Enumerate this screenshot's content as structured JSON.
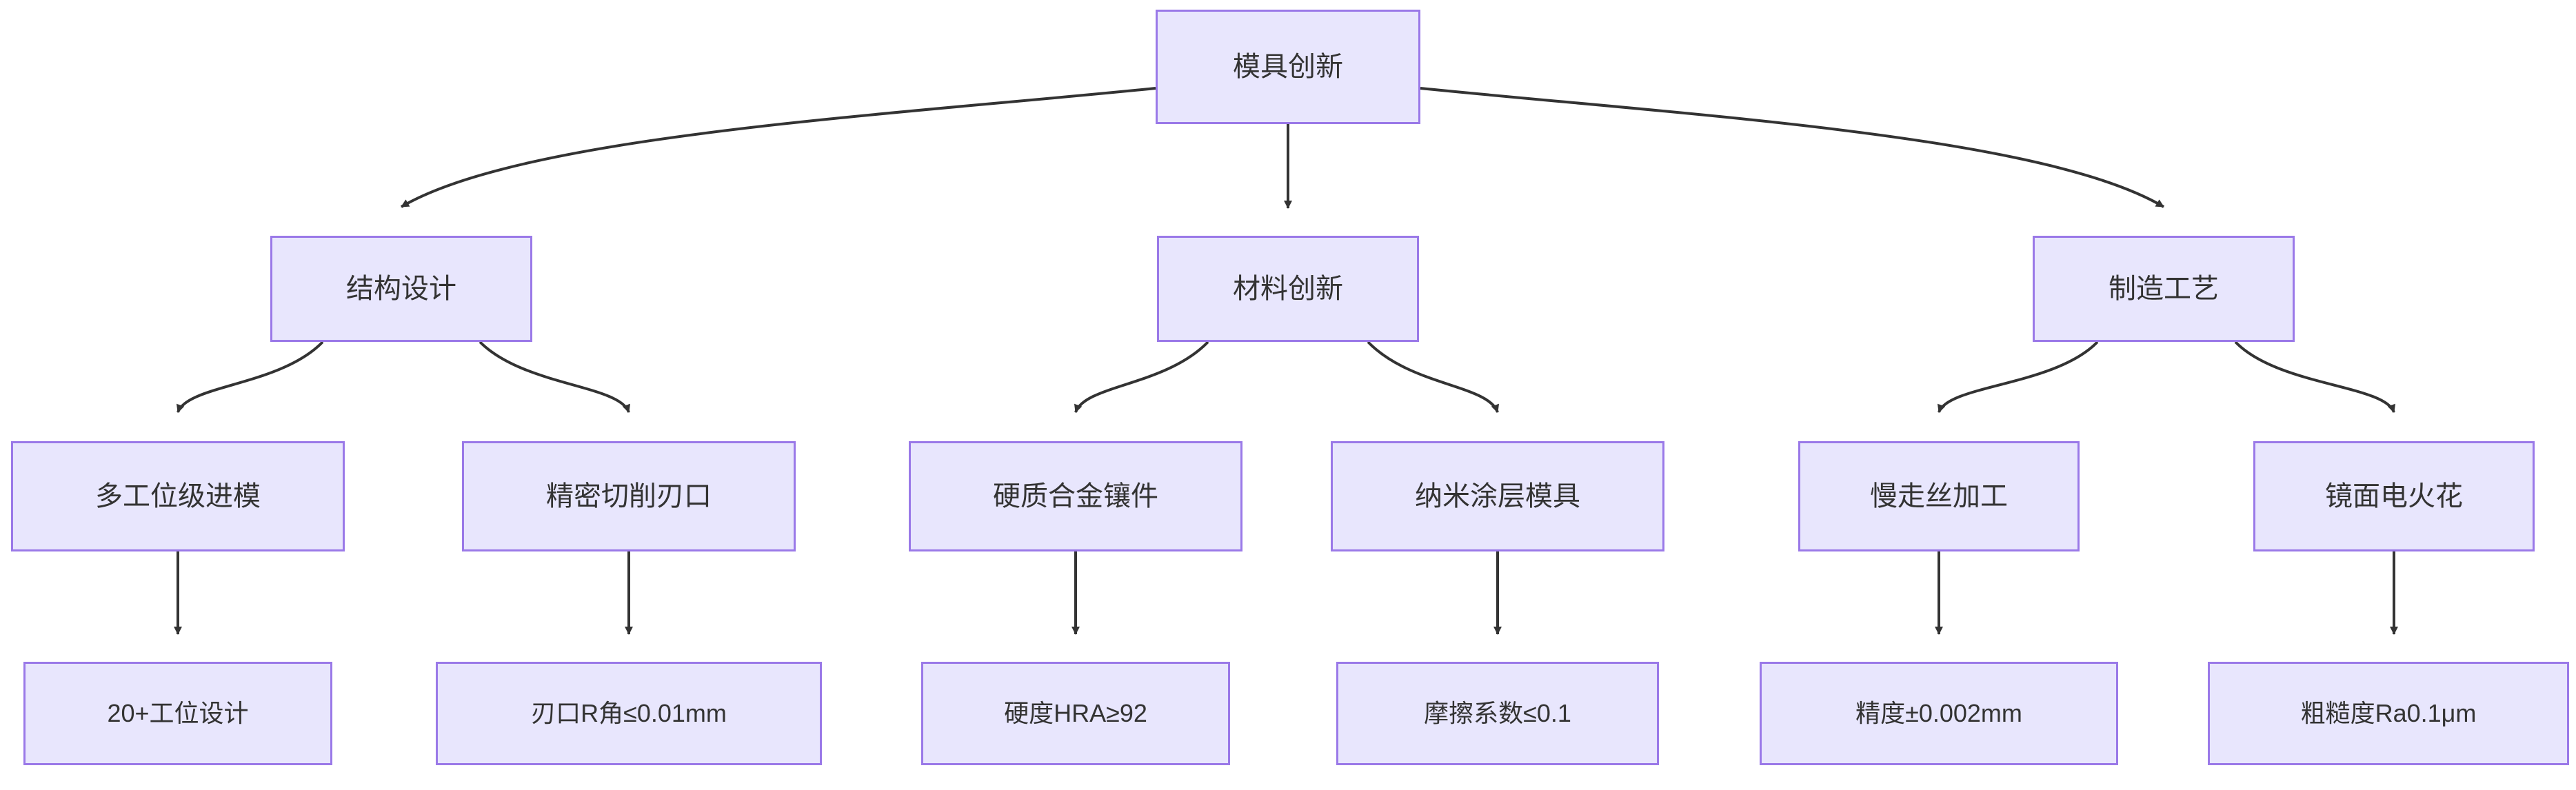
{
  "diagram": {
    "type": "flowchart-tree",
    "direction": "top-down",
    "title_node": "模具创新",
    "style": {
      "node_fill": "#e8e6fd",
      "node_border": "#9a79e8",
      "text_color": "#333333",
      "edge_color": "#333333",
      "background": "#ffffff"
    },
    "nodes": {
      "root": {
        "label": "模具创新",
        "level": 0
      },
      "b1": {
        "label": "结构设计",
        "level": 1
      },
      "b2": {
        "label": "材料创新",
        "level": 1
      },
      "b3": {
        "label": "制造工艺",
        "level": 1
      },
      "c1": {
        "label": "多工位级进模",
        "level": 2
      },
      "c2": {
        "label": "精密切削刃口",
        "level": 2
      },
      "c3": {
        "label": "硬质合金镶件",
        "level": 2
      },
      "c4": {
        "label": "纳米涂层模具",
        "level": 2
      },
      "c5": {
        "label": "慢走丝加工",
        "level": 2
      },
      "c6": {
        "label": "镜面电火花",
        "level": 2
      },
      "d1": {
        "label": "20+工位设计",
        "level": 3
      },
      "d2": {
        "label": "刃口R角≤0.01mm",
        "level": 3
      },
      "d3": {
        "label": "硬度HRA≥92",
        "level": 3
      },
      "d4": {
        "label": "摩擦系数≤0.1",
        "level": 3
      },
      "d5": {
        "label": "精度±0.002mm",
        "level": 3
      },
      "d6": {
        "label": "粗糙度Ra0.1μm",
        "level": 3
      }
    },
    "edges": [
      {
        "from": "root",
        "to": "b1"
      },
      {
        "from": "root",
        "to": "b2"
      },
      {
        "from": "root",
        "to": "b3"
      },
      {
        "from": "b1",
        "to": "c1"
      },
      {
        "from": "b1",
        "to": "c2"
      },
      {
        "from": "b2",
        "to": "c3"
      },
      {
        "from": "b2",
        "to": "c4"
      },
      {
        "from": "b3",
        "to": "c5"
      },
      {
        "from": "b3",
        "to": "c6"
      },
      {
        "from": "c1",
        "to": "d1"
      },
      {
        "from": "c2",
        "to": "d2"
      },
      {
        "from": "c3",
        "to": "d3"
      },
      {
        "from": "c4",
        "to": "d4"
      },
      {
        "from": "c5",
        "to": "d5"
      },
      {
        "from": "c6",
        "to": "d6"
      }
    ]
  }
}
